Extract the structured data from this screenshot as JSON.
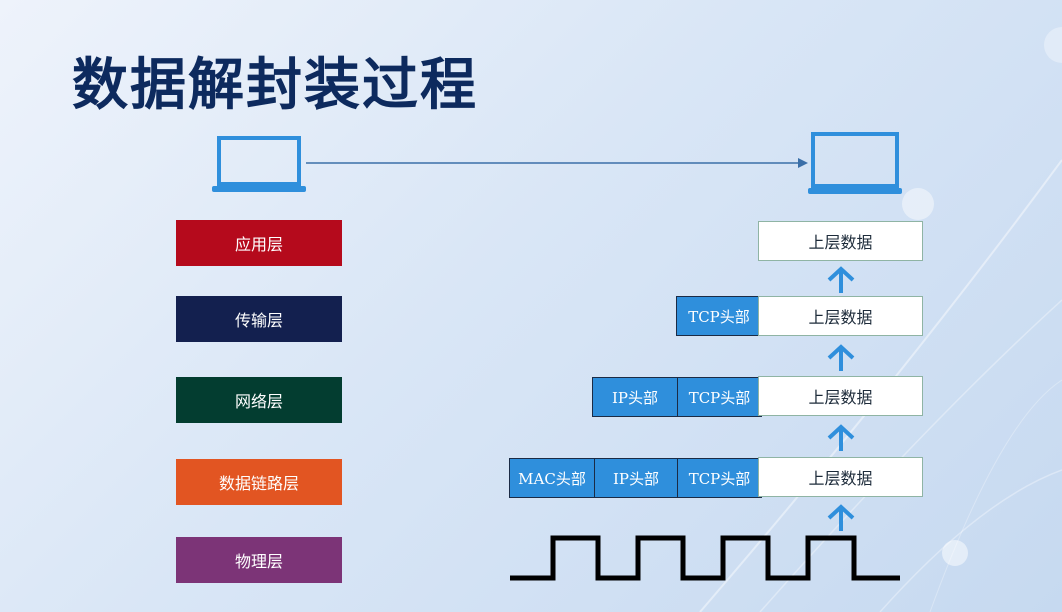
{
  "title": "数据解封装过程",
  "layers": {
    "application": {
      "label": "应用层",
      "color": "#b50a1c"
    },
    "transport": {
      "label": "传输层",
      "color": "#13204f"
    },
    "network": {
      "label": "网络层",
      "color": "#033d30"
    },
    "datalink": {
      "label": "数据链路层",
      "color": "#e25522"
    },
    "physical": {
      "label": "物理层",
      "color": "#7c3477"
    }
  },
  "upper_data_label": "上层数据",
  "headers": {
    "tcp": "TCP头部",
    "ip": "IP头部",
    "mac": "MAC头部"
  },
  "colors": {
    "header_fill": "#2f8fdc",
    "arrow": "#2f8fdc",
    "laptop": "#2f8fdc",
    "title": "#0d2a5e"
  },
  "icons": [
    "laptop-icon",
    "arrow-up-icon"
  ]
}
